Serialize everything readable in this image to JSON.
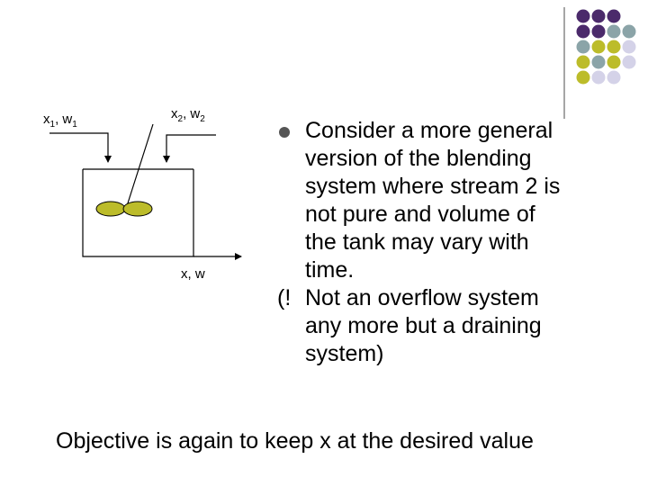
{
  "colors": {
    "purple": "#4b2a6b",
    "slate": "#8ba4a8",
    "olive": "#bcbc2a",
    "lavender": "#d4d2e8",
    "vertical_line": "#888888",
    "impeller": "#bcbc2a"
  },
  "decoration": {
    "dot_rows": [
      [
        "purple",
        "purple",
        "purple",
        "none"
      ],
      [
        "purple",
        "purple",
        "slate",
        "slate"
      ],
      [
        "slate",
        "olive",
        "olive",
        "lavender"
      ],
      [
        "olive",
        "slate",
        "olive",
        "lavender"
      ],
      [
        "olive",
        "lavender",
        "lavender",
        "none"
      ]
    ]
  },
  "diagram": {
    "inlet1_label": "x1, w1",
    "inlet2_label": "x2, w2",
    "outlet_label": "x, w"
  },
  "bullet": {
    "lines": [
      "Consider a more general",
      "version of the blending",
      "system where stream 2 is",
      "not pure and volume of",
      "the tank may vary with",
      "time."
    ],
    "note_prefix": "(!",
    "note_lines": [
      "Not an overflow system",
      "any more but a draining",
      "system)"
    ]
  },
  "objective": "Objective is again to keep x at the desired value"
}
